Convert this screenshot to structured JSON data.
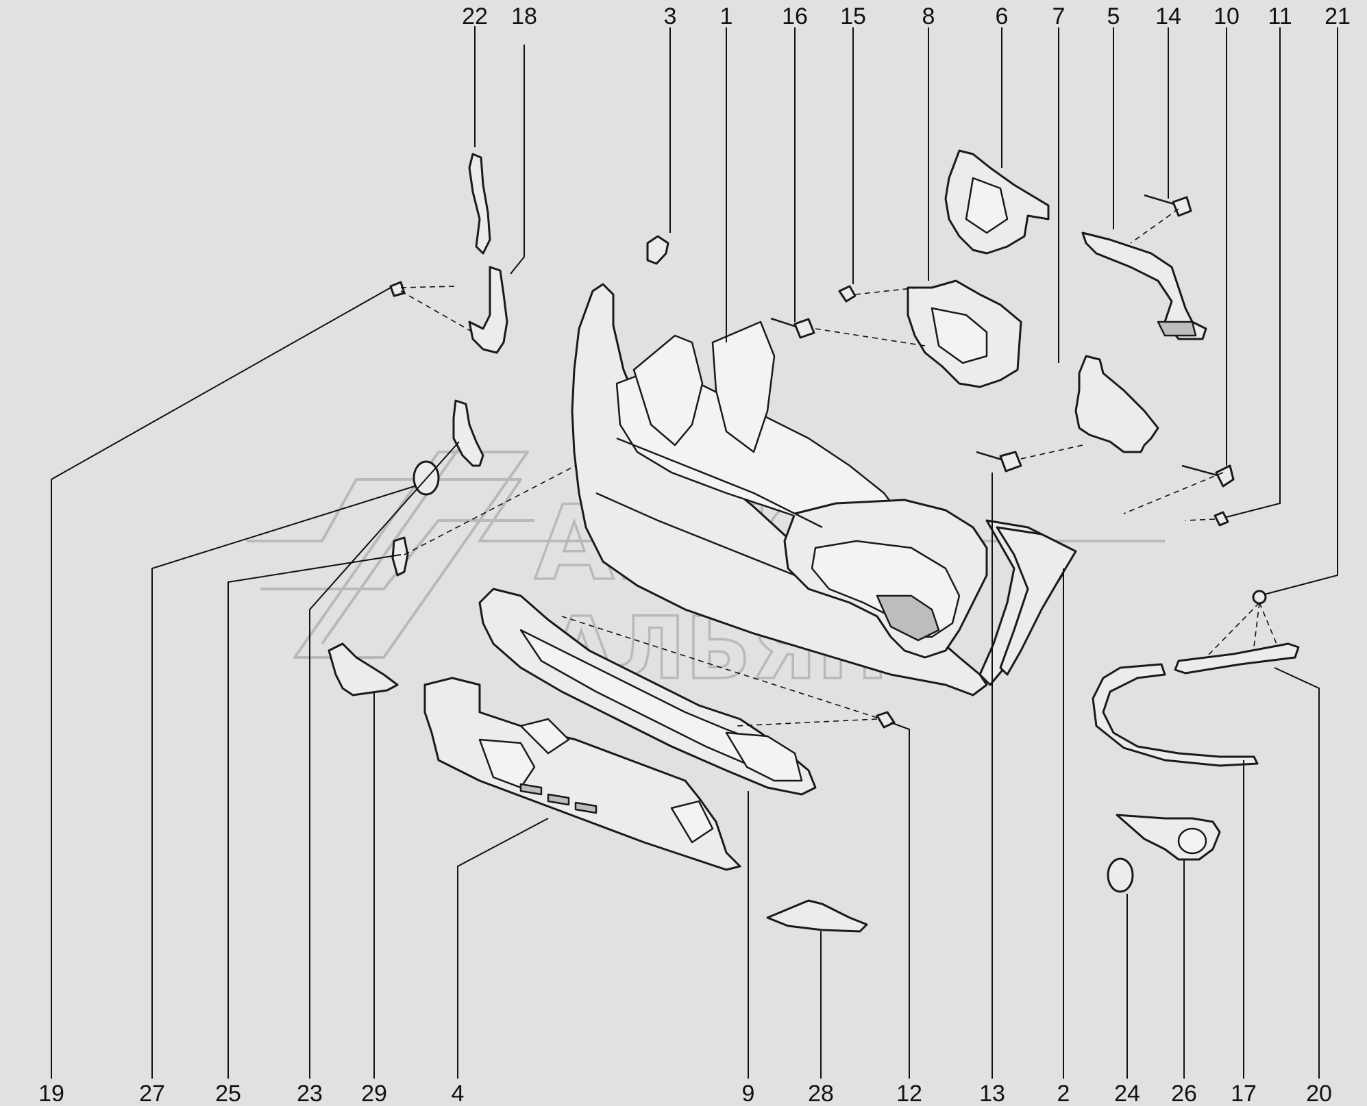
{
  "diagram": {
    "watermark": {
      "line1": "АВТО",
      "line2": "АЛЬЯНС"
    },
    "callouts": [
      {
        "id": "c22",
        "label": "22"
      },
      {
        "id": "c18",
        "label": "18"
      },
      {
        "id": "c3",
        "label": "3"
      },
      {
        "id": "c1",
        "label": "1"
      },
      {
        "id": "c16",
        "label": "16"
      },
      {
        "id": "c15",
        "label": "15"
      },
      {
        "id": "c8",
        "label": "8"
      },
      {
        "id": "c6",
        "label": "6"
      },
      {
        "id": "c7",
        "label": "7"
      },
      {
        "id": "c5",
        "label": "5"
      },
      {
        "id": "c14",
        "label": "14"
      },
      {
        "id": "c10",
        "label": "10"
      },
      {
        "id": "c11",
        "label": "11"
      },
      {
        "id": "c21",
        "label": "21"
      },
      {
        "id": "c19",
        "label": "19"
      },
      {
        "id": "c27",
        "label": "27"
      },
      {
        "id": "c25",
        "label": "25"
      },
      {
        "id": "c23",
        "label": "23"
      },
      {
        "id": "c29",
        "label": "29"
      },
      {
        "id": "c4",
        "label": "4"
      },
      {
        "id": "c9",
        "label": "9"
      },
      {
        "id": "c28",
        "label": "28"
      },
      {
        "id": "c12",
        "label": "12"
      },
      {
        "id": "c13",
        "label": "13"
      },
      {
        "id": "c2",
        "label": "2"
      },
      {
        "id": "c24",
        "label": "24"
      },
      {
        "id": "c26",
        "label": "26"
      },
      {
        "id": "c17",
        "label": "17"
      },
      {
        "id": "c20",
        "label": "20"
      }
    ]
  }
}
